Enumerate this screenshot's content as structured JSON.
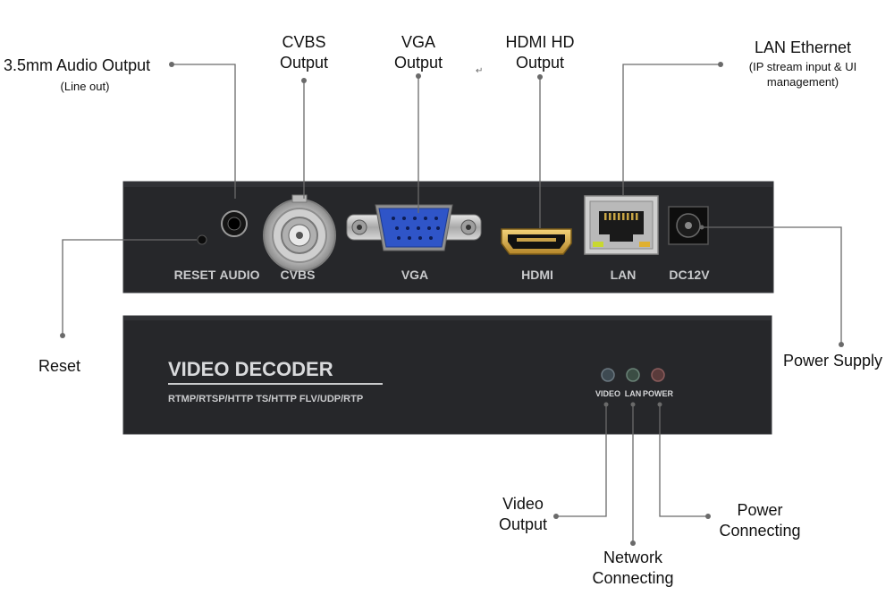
{
  "callouts": {
    "audio": {
      "line1": "3.5mm Audio Output",
      "line2": "(Line out)"
    },
    "cvbs": {
      "line1": "CVBS",
      "line2": "Output"
    },
    "vga": {
      "line1": "VGA",
      "line2": "Output"
    },
    "hdmi": {
      "line1": "HDMI HD",
      "line2": "Output"
    },
    "lan": {
      "line1": "LAN Ethernet",
      "line2": "(IP stream input & UI",
      "line3": "management)"
    },
    "reset": {
      "line1": "Reset"
    },
    "power_supply": {
      "line1": "Power Supply"
    },
    "video_output": {
      "line1": "Video",
      "line2": "Output"
    },
    "network": {
      "line1": "Network",
      "line2": "Connecting"
    },
    "power_connecting": {
      "line1": "Power",
      "line2": "Connecting"
    }
  },
  "rear_panel": {
    "port_labels": {
      "reset": "RESET",
      "audio": "AUDIO",
      "cvbs": "CVBS",
      "vga": "VGA",
      "hdmi": "HDMI",
      "lan": "LAN",
      "dc": "DC12V"
    }
  },
  "front_panel": {
    "title": "VIDEO DECODER",
    "protocols": "RTMP/RTSP/HTTP TS/HTTP FLV/UDP/RTP",
    "leds": {
      "video": "VIDEO",
      "lan": "LAN",
      "power": "POWER"
    }
  },
  "misc": {
    "return_mark": "↵"
  },
  "colors": {
    "panel": "#26272a",
    "panel_edge": "#3a3b3f",
    "silkscreen": "#c9cacc",
    "vga_blue": "#2f55c8",
    "callout_line": "#6a6a6a"
  }
}
